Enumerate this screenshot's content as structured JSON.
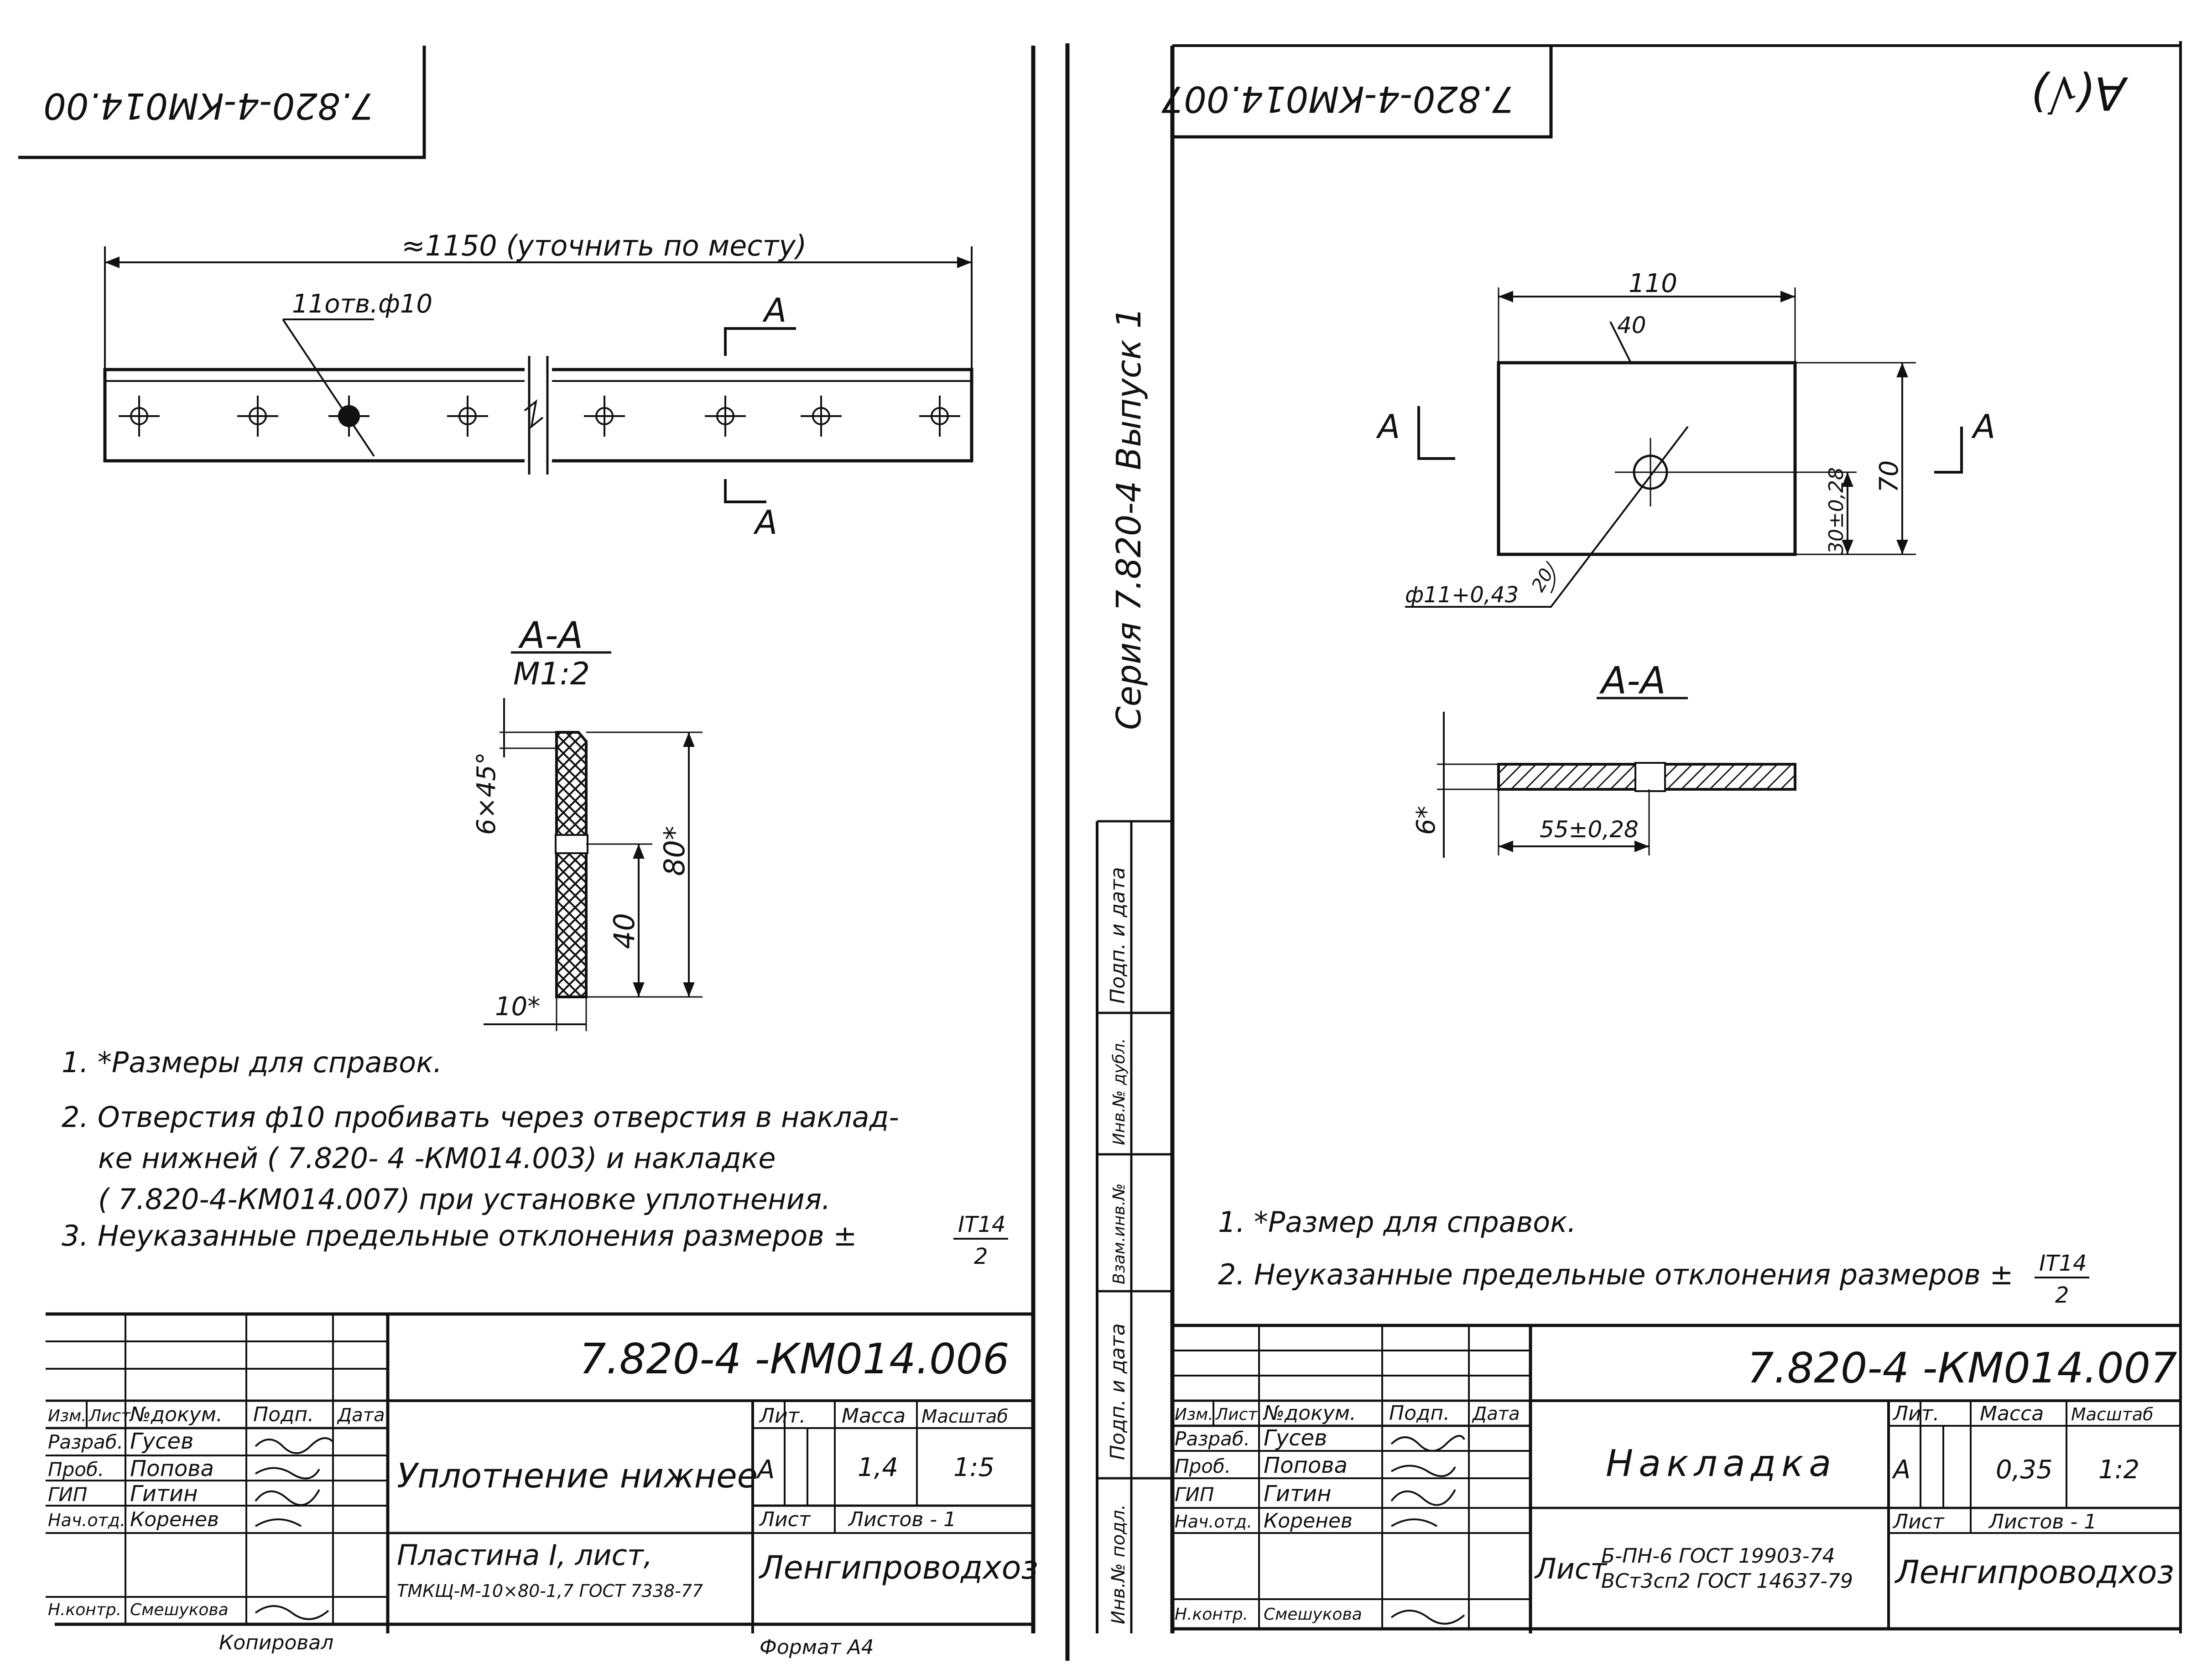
{
  "left_sheet": {
    "top_code": "7.820-4-КМ014.00",
    "dim_length": "≈1150 (уточнить по месту)",
    "holes_label": "11отв.ф10",
    "cut_marker": "А",
    "section_title": "А-А",
    "section_scale": "М1:2",
    "dim_chamfer": "6×45°",
    "dim_height": "80*",
    "dim_40": "40",
    "dim_thickness": "10*",
    "notes": [
      "1. *Размеры для справок.",
      "2. Отверстия ф10 пробивать через отверстия в наклад-",
      "ке нижней (  7.820- 4 -КМ014.003) и накладке",
      "(  7.820-4-КМ014.007) при установке уплотнения.",
      "3. Неуказанные предельные отклонения размеров ±"
    ],
    "tol_num": "IT14",
    "tol_den": "2",
    "title_block": {
      "doc_code": "7.820-4 -КМ014.006",
      "name": "Уплотнение нижнее",
      "material": "Пластина I, лист,",
      "material2": "ТМКЩ-М-10×80-1,7 ГОСТ 7338-77",
      "org": "Ленгипроводхоз",
      "lit_header": "Лит.",
      "mass_header": "Масса",
      "scale_header": "Масштаб",
      "lit": "А",
      "mass": "1,4",
      "scale": "1:5",
      "sheet_label": "Лист",
      "sheets_label": "Листов - 1",
      "format": "Формат А4",
      "copied": "Копировал",
      "head_row": [
        "Изм.",
        "Лист",
        "№докум.",
        "Подп.",
        "Дата"
      ],
      "rows": [
        [
          "Разраб.",
          "Гусев"
        ],
        [
          "Проб.",
          "Попова"
        ],
        [
          "ГИП",
          "Гитин"
        ],
        [
          "Нач.отд.",
          "Коренев"
        ],
        [
          "Н.контр.",
          "Смешукова"
        ]
      ]
    }
  },
  "right_sheet": {
    "top_code": "7.820-4-КМ014.007",
    "corner_mark": "А(√)",
    "series_vertical": "Серия 7.820-4   Выпуск 1",
    "dim_width": "110",
    "dim_40": "40",
    "dim_height": "70",
    "dim_30": "30±0,28",
    "hole_label": "ф11+0,43",
    "dim_20": "20",
    "cut_marker": "А",
    "section_title": "А-А",
    "dim_thickness": "6*",
    "dim_55": "55±0,28",
    "notes": [
      "1. *Размер для справок.",
      "2. Неуказанные предельные отклонения размеров ±"
    ],
    "tol_num": "IT14",
    "tol_den": "2",
    "side_labels": [
      "Инв.№ подл.",
      "Подп. и дата",
      "Взам.инв.№",
      "Инв.№ дубл.",
      "Подп. и дата"
    ],
    "title_block": {
      "doc_code": "7.820-4 -КМ014.007",
      "name": "Накладка",
      "material_prefix": "Лист",
      "material": "Б-ПН-6 ГОСТ 19903-74",
      "material2": "ВСт3сп2 ГОСТ 14637-79",
      "org": "Ленгипроводхоз",
      "lit_header": "Лит.",
      "mass_header": "Масса",
      "scale_header": "Масштаб",
      "lit": "А",
      "mass": "0,35",
      "scale": "1:2",
      "sheet_label": "Лист",
      "sheets_label": "Листов - 1",
      "head_row": [
        "Изм.",
        "Лист",
        "№докум.",
        "Подп.",
        "Дата"
      ],
      "rows": [
        [
          "Разраб.",
          "Гусев"
        ],
        [
          "Проб.",
          "Попова"
        ],
        [
          "ГИП",
          "Гитин"
        ],
        [
          "Нач.отд.",
          "Коренев"
        ],
        [
          "Н.контр.",
          "Смешукова"
        ]
      ]
    }
  }
}
